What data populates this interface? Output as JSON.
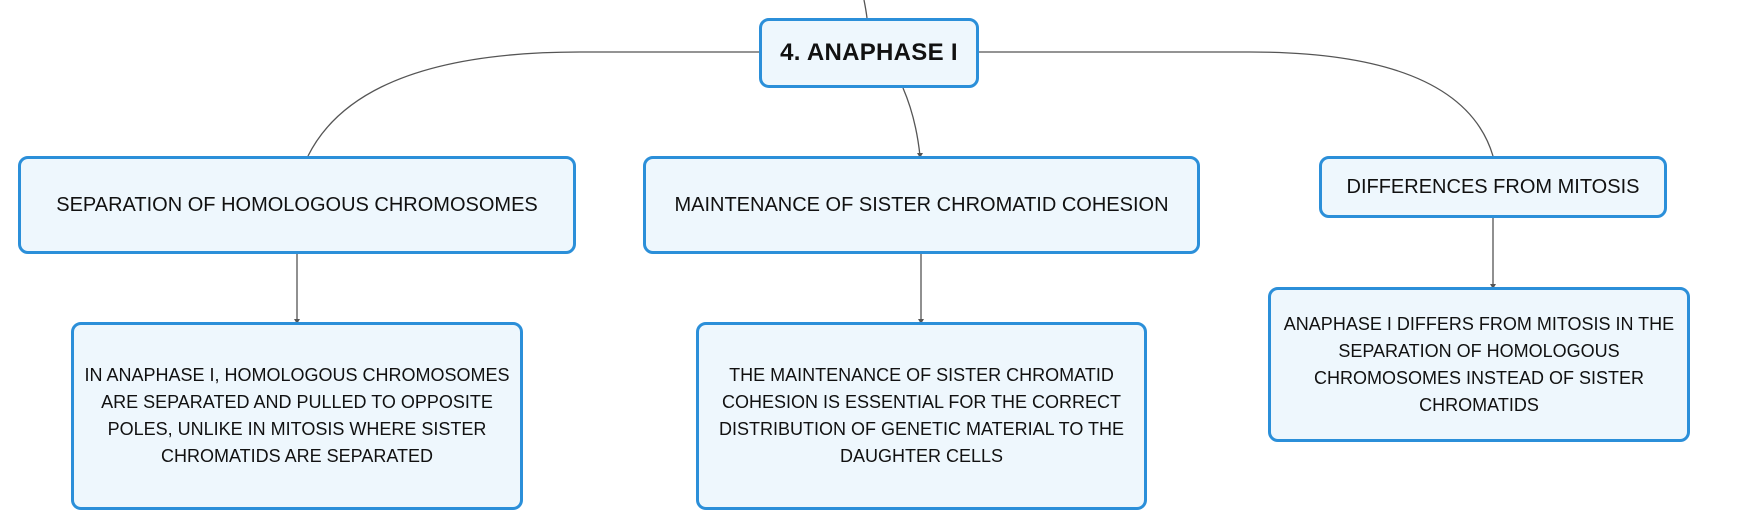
{
  "diagram": {
    "colors": {
      "node_border": "#2b8fd9",
      "node_fill": "#eef7fd",
      "connector": "#555555",
      "text": "#111111"
    },
    "root": {
      "label": "4. ANAPHASE I"
    },
    "branches": [
      {
        "title": "SEPARATION OF HOMOLOGOUS CHROMOSOMES",
        "detail": "IN ANAPHASE I, HOMOLOGOUS CHROMOSOMES ARE SEPARATED AND PULLED TO OPPOSITE POLES, UNLIKE IN MITOSIS WHERE SISTER CHROMATIDS ARE SEPARATED"
      },
      {
        "title": "MAINTENANCE OF SISTER CHROMATID COHESION",
        "detail": "THE MAINTENANCE OF SISTER CHROMATID COHESION IS ESSENTIAL FOR THE CORRECT DISTRIBUTION OF GENETIC MATERIAL TO THE DAUGHTER CELLS"
      },
      {
        "title": "DIFFERENCES FROM MITOSIS",
        "detail": "ANAPHASE I DIFFERS FROM MITOSIS IN THE SEPARATION OF HOMOLOGOUS CHROMOSOMES INSTEAD OF SISTER CHROMATIDS"
      }
    ]
  }
}
